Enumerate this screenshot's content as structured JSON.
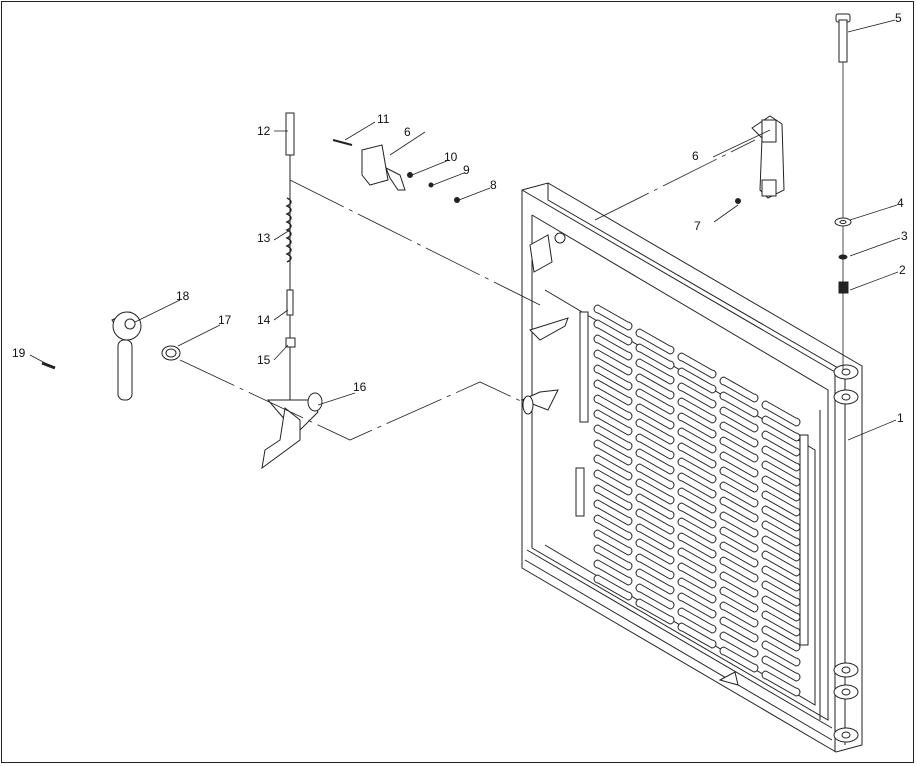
{
  "diagram": {
    "type": "exploded-parts-view",
    "callouts": [
      {
        "id": "c1",
        "label": "1"
      },
      {
        "id": "c2",
        "label": "2"
      },
      {
        "id": "c3",
        "label": "3"
      },
      {
        "id": "c4",
        "label": "4"
      },
      {
        "id": "c5",
        "label": "5"
      },
      {
        "id": "c6a",
        "label": "6"
      },
      {
        "id": "c6b",
        "label": "6"
      },
      {
        "id": "c7",
        "label": "7"
      },
      {
        "id": "c8",
        "label": "8"
      },
      {
        "id": "c9",
        "label": "9"
      },
      {
        "id": "c10",
        "label": "10"
      },
      {
        "id": "c11",
        "label": "11"
      },
      {
        "id": "c12",
        "label": "12"
      },
      {
        "id": "c13",
        "label": "13"
      },
      {
        "id": "c14",
        "label": "14"
      },
      {
        "id": "c15",
        "label": "15"
      },
      {
        "id": "c16",
        "label": "16"
      },
      {
        "id": "c17",
        "label": "17"
      },
      {
        "id": "c18",
        "label": "18"
      },
      {
        "id": "c19",
        "label": "19"
      }
    ]
  }
}
